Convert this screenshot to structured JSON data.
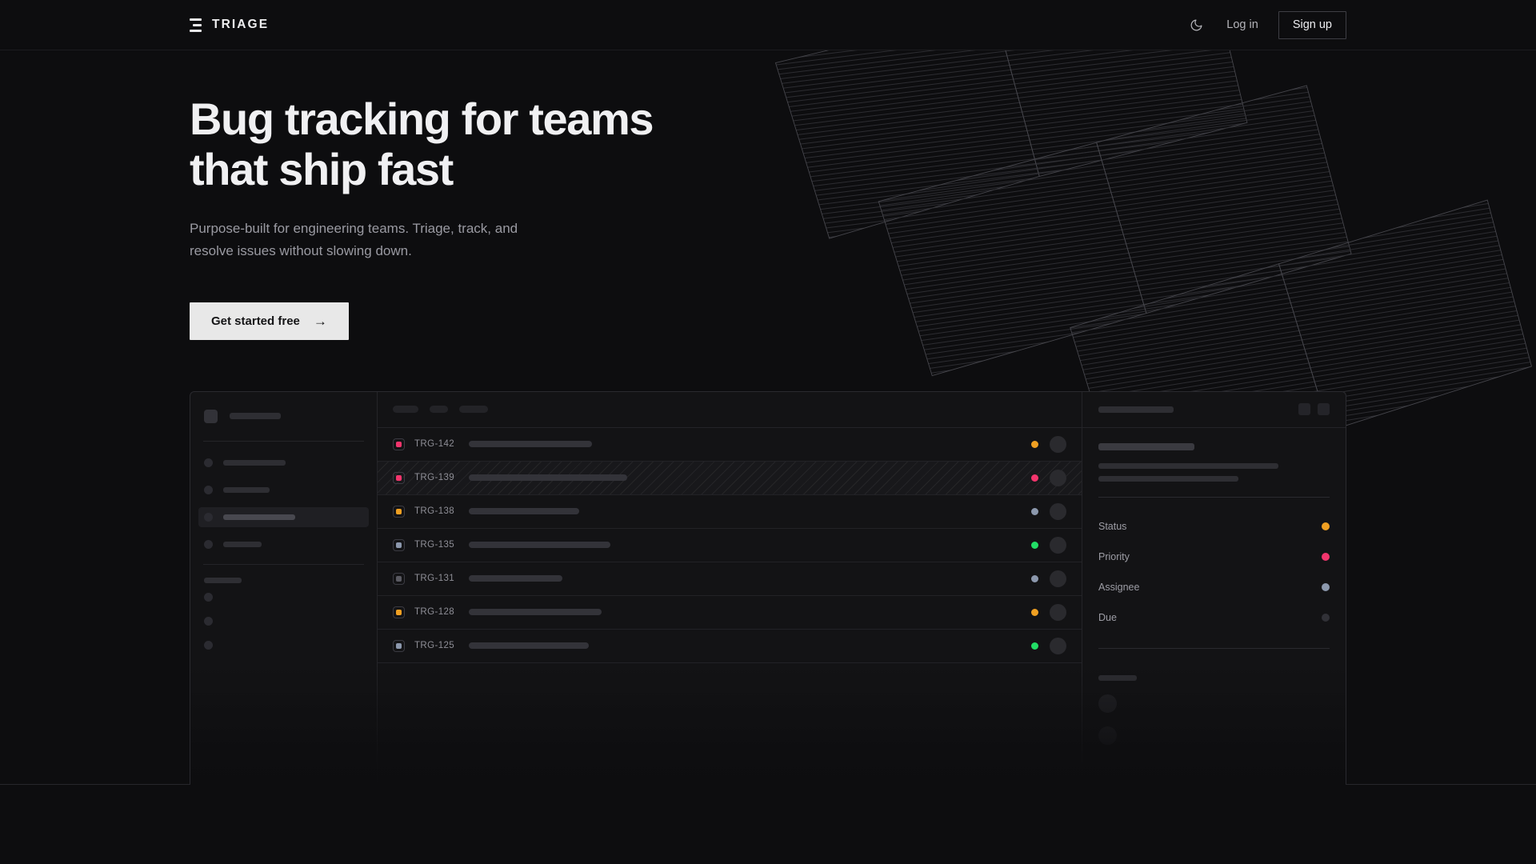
{
  "nav": {
    "brand": "TRIAGE",
    "brand_icon": "stacked-bars-logo-icon",
    "theme_toggle_icon": "moon-icon",
    "login_label": "Log in",
    "signup_label": "Sign up"
  },
  "hero": {
    "headline_line1": "Bug tracking for teams",
    "headline_line2": "that ship fast",
    "subhead_line1": "Purpose-built for engineering teams. Triage, track, and",
    "subhead_line2": "resolve issues without slowing down.",
    "cta_label": "Get started free",
    "cta_arrow": "→"
  },
  "colors": {
    "page_bg": "#0d0d0f",
    "panel_bg": "#131315",
    "border": "#2a2a2f",
    "text_primary": "#f0f0f2",
    "text_muted": "#9a9aa2",
    "cta_bg": "#e8e8e8",
    "accent_amber": "#f0a022",
    "accent_pink": "#f2356d",
    "accent_green": "#22dd66",
    "accent_slate": "#8c98ad",
    "accent_dim": "#3a3a40"
  },
  "mockup": {
    "sidebar": {
      "logo_skeleton_width": 64,
      "nav_items": [
        {
          "label_width": 78,
          "active": false
        },
        {
          "label_width": 58,
          "active": false
        },
        {
          "label_width": 90,
          "active": true
        },
        {
          "label_width": 48,
          "active": false
        }
      ],
      "section_label_width": 47,
      "dots": [
        1,
        2,
        3
      ]
    },
    "toolbar_chips": [
      32,
      23,
      36
    ],
    "rows": [
      {
        "id": "TRG-142",
        "priority_color": "#f2356d",
        "title_width": 154,
        "status_color": "#f0a022",
        "selected": false
      },
      {
        "id": "TRG-139",
        "priority_color": "#f2356d",
        "title_width": 198,
        "status_color": "#f2356d",
        "selected": true
      },
      {
        "id": "TRG-138",
        "priority_color": "#f0a022",
        "title_width": 138,
        "status_color": "#8c98ad",
        "selected": false
      },
      {
        "id": "TRG-135",
        "priority_color": "#8c98ad",
        "title_width": 177,
        "status_color": "#22dd66",
        "selected": false
      },
      {
        "id": "TRG-131",
        "priority_color": "#5a5a62",
        "title_width": 117,
        "status_color": "#8c98ad",
        "selected": false
      },
      {
        "id": "TRG-128",
        "priority_color": "#f0a022",
        "title_width": 166,
        "status_color": "#f0a022",
        "selected": false
      },
      {
        "id": "TRG-125",
        "priority_color": "#8c98ad",
        "title_width": 150,
        "status_color": "#22dd66",
        "selected": false
      }
    ],
    "detail": {
      "header_skeleton_width": 94,
      "title_skeleton_width": 120,
      "desc_line_widths": [
        225,
        175
      ],
      "fields": [
        {
          "label": "Status",
          "dot_color": "#f0a022"
        },
        {
          "label": "Priority",
          "dot_color": "#f2356d"
        },
        {
          "label": "Assignee",
          "dot_color": "#8c98ad"
        },
        {
          "label": "Due",
          "dot_color": "#313137"
        }
      ],
      "footer_label_width": 48,
      "footer_avatars": [
        1,
        2
      ]
    }
  }
}
